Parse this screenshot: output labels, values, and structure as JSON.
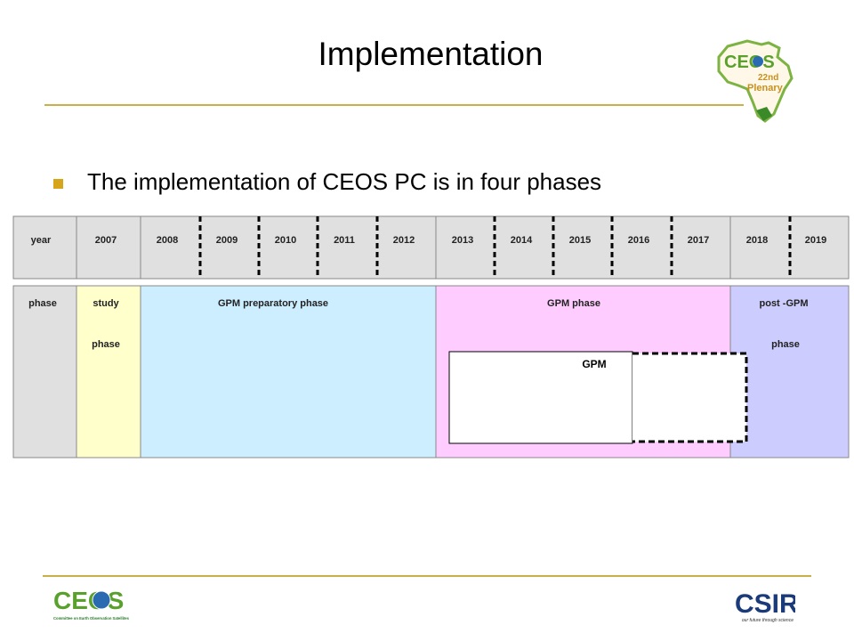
{
  "title": "Implementation",
  "bullet": "The implementation of CEOS PC is in four phases",
  "timeline": {
    "header_label": "year",
    "years": [
      "2007",
      "2008",
      "2009",
      "2010",
      "2011",
      "2012",
      "2013",
      "2014",
      "2015",
      "2016",
      "2017",
      "2018",
      "2019"
    ],
    "phase_label": "phase",
    "phases": [
      {
        "line1": "study",
        "line2": "phase",
        "color": "#ffffcc"
      },
      {
        "line1": "GPM preparatory phase",
        "line2": "",
        "color": "#cceeff"
      },
      {
        "line1": "GPM phase",
        "line2": "",
        "color": "#ffccff"
      },
      {
        "line1": "post -GPM",
        "line2": "phase",
        "color": "#ccccff"
      }
    ],
    "gpm_box_label": "GPM"
  },
  "logos": {
    "ceos_plenary": {
      "main": "CEOS",
      "sup": "22nd",
      "sub": "Plenary"
    },
    "ceos_footer": {
      "main": "CEOS",
      "sub": "Committee on Earth Observation Satellites"
    },
    "csir": {
      "main": "CSIR",
      "tagline": "our future through science"
    }
  },
  "colors": {
    "accent_rule": "#c9b04a",
    "bullet": "#d6a51c",
    "grey_cell": "#e0e0e0",
    "ceos_green": "#5aa02c",
    "csir_blue": "#1a3a7a"
  }
}
